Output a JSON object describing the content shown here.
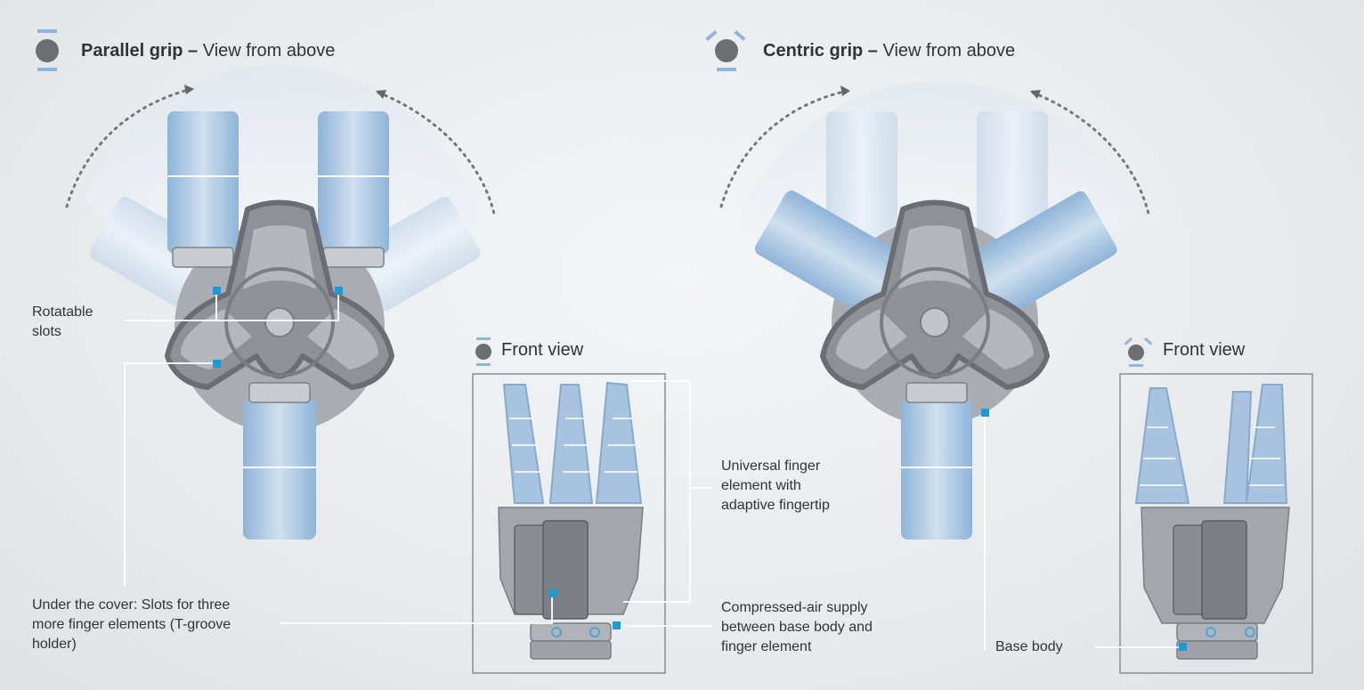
{
  "parallel": {
    "title_bold": "Parallel grip –",
    "title_rest": " View from above",
    "front_view": "Front view",
    "label_rotatable": "Rotatable\nslots",
    "label_under_cover": "Under the cover: Slots for three\nmore finger elements  (T-groove\nholder)"
  },
  "centric": {
    "title_bold": "Centric grip –",
    "title_rest": " View from above",
    "front_view": "Front view",
    "label_base_body": "Base body"
  },
  "callouts": {
    "universal_finger": "Universal finger\nelement with\nadaptive fingertip",
    "compressed_air": "Compressed-air supply\nbetween base body and\nfinger element"
  },
  "colors": {
    "accent": "#1a9ad6",
    "finger_blue": "#9ebfdf",
    "body_gray": "#9a9ea3",
    "dark_gray": "#6c7075"
  }
}
